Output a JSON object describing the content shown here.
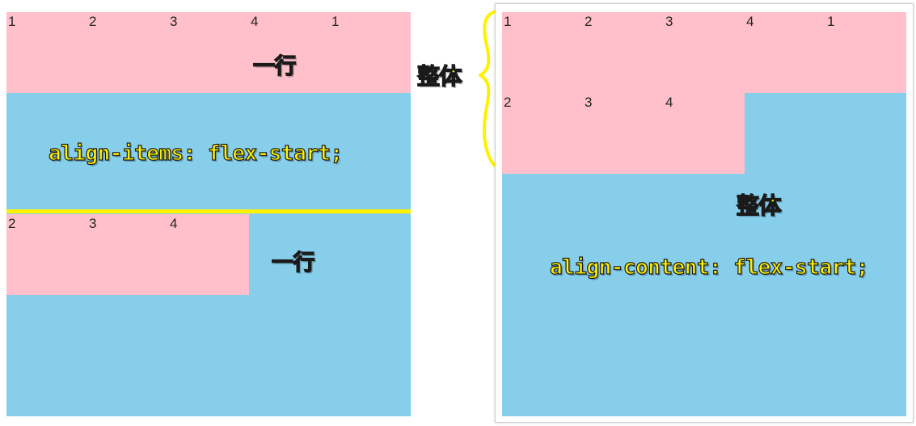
{
  "left_panel": {
    "items": [
      {
        "num": "1"
      },
      {
        "num": "2"
      },
      {
        "num": "3"
      },
      {
        "num": "4"
      },
      {
        "num": "1"
      },
      {
        "num": "2"
      },
      {
        "num": "3"
      },
      {
        "num": "4"
      }
    ],
    "label_row_1": "一行",
    "label_row_2": "一行",
    "label_property": "align-items: flex-start;"
  },
  "right_panel": {
    "items": [
      {
        "num": "1"
      },
      {
        "num": "2"
      },
      {
        "num": "3"
      },
      {
        "num": "4"
      },
      {
        "num": "1"
      },
      {
        "num": "2"
      },
      {
        "num": "3"
      },
      {
        "num": "4"
      }
    ],
    "label_whole_side": "整体",
    "label_whole_inside": "整体",
    "label_property": "align-content: flex-start;"
  },
  "colors": {
    "container_bg": "#87ceeb",
    "item_bg": "#ffc0cb",
    "annotation": "#fff200",
    "annotation_outline": "#1a1a1a"
  }
}
